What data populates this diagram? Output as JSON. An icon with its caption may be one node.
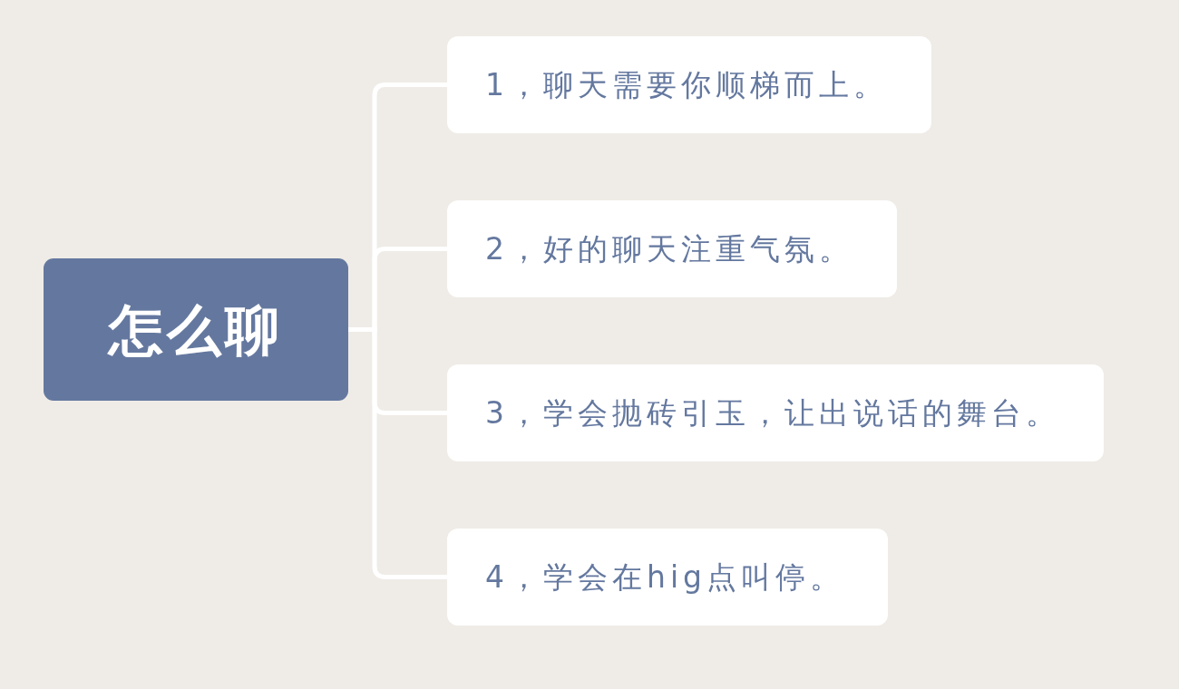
{
  "diagram": {
    "nodes": [
      {
        "text": [
          "怎么聊"
        ]
      },
      {
        "text": [
          "1，聊天需要你顺梯而上。"
        ]
      },
      {
        "text": [
          "2，好的聊天注重气氛。"
        ]
      },
      {
        "text": [
          "3，学会抛砖引玉，让出说话的舞台。"
        ]
      },
      {
        "text": [
          "4，学会在hig点叫停。"
        ]
      }
    ],
    "edges": [
      {
        "from": 0,
        "to": 1,
        "arrow": "none"
      },
      {
        "from": 0,
        "to": 2,
        "arrow": "none"
      },
      {
        "from": 0,
        "to": 3,
        "arrow": "none"
      },
      {
        "from": 0,
        "to": 4,
        "arrow": "none"
      }
    ]
  }
}
